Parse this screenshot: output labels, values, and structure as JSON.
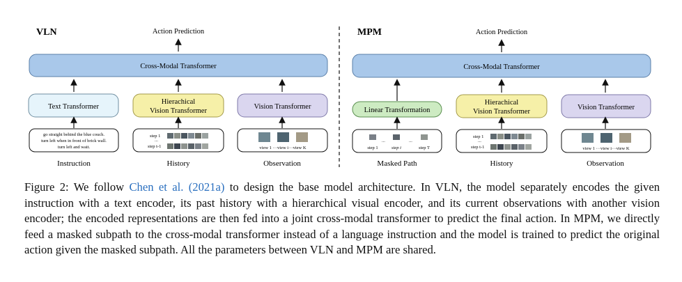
{
  "vln": {
    "section_label": "VLN",
    "action_prediction": "Action Prediction",
    "cross_modal": "Cross-Modal Transformer",
    "text_transformer": "Text Transformer",
    "hier_line1": "Hierachical",
    "hier_line2": "Vision Transformer",
    "vision_transformer": "Vision Transformer",
    "instruction_line1": "go straight behind the blue couch.",
    "instruction_line2": "turn left when in front of brick wall.",
    "instruction_line3": "turn left and wait.",
    "history_step1": "step 1",
    "history_stept": "step t-1",
    "history_dots": "...",
    "obs_caption": "view 1 ···view i···view K",
    "label_instruction": "Instruction",
    "label_history": "History",
    "label_observation": "Observation"
  },
  "mpm": {
    "section_label": "MPM",
    "action_prediction": "Action Prediction",
    "cross_modal": "Cross-Modal Transformer",
    "linear_transformation": "Linear Transformation",
    "hier_line1": "Hierachical",
    "hier_line2": "Vision Transformer",
    "vision_transformer": "Vision Transformer",
    "path_step1": "step 1",
    "path_stepi": "step i",
    "path_stepT": "step T",
    "path_dots": "...",
    "history_step1": "step 1",
    "history_stept": "step t-1",
    "history_dots": "...",
    "obs_caption": "view 1 ···view i···view K",
    "label_masked_path": "Masked Path",
    "label_history": "History",
    "label_observation": "Observation"
  },
  "caption": {
    "prefix": "Figure 2: We follow ",
    "cite_author": "Chen et al.",
    "cite_year": "(2021a)",
    "rest": " to design the base model architecture. In VLN, the model separately encodes the given instruction with a text encoder, its past history with a hierarchical visual encoder, and its current observations with another vision encoder; the encoded representations are then fed into a joint cross-modal transformer to predict the final action. In MPM, we directly feed a masked subpath to the cross-modal transformer instead of a language instruction and the model is trained to predict the original action given the masked subpath. All the parameters between VLN and MPM are shared."
  },
  "colors": {
    "cross_modal_fill": "#a9c8ea",
    "text_transformer_fill": "#e6f4fb",
    "hier_fill": "#f6f0a8",
    "vision_fill": "#dad6ef",
    "linear_fill": "#cdebc2",
    "citation": "#2a6fbf"
  }
}
